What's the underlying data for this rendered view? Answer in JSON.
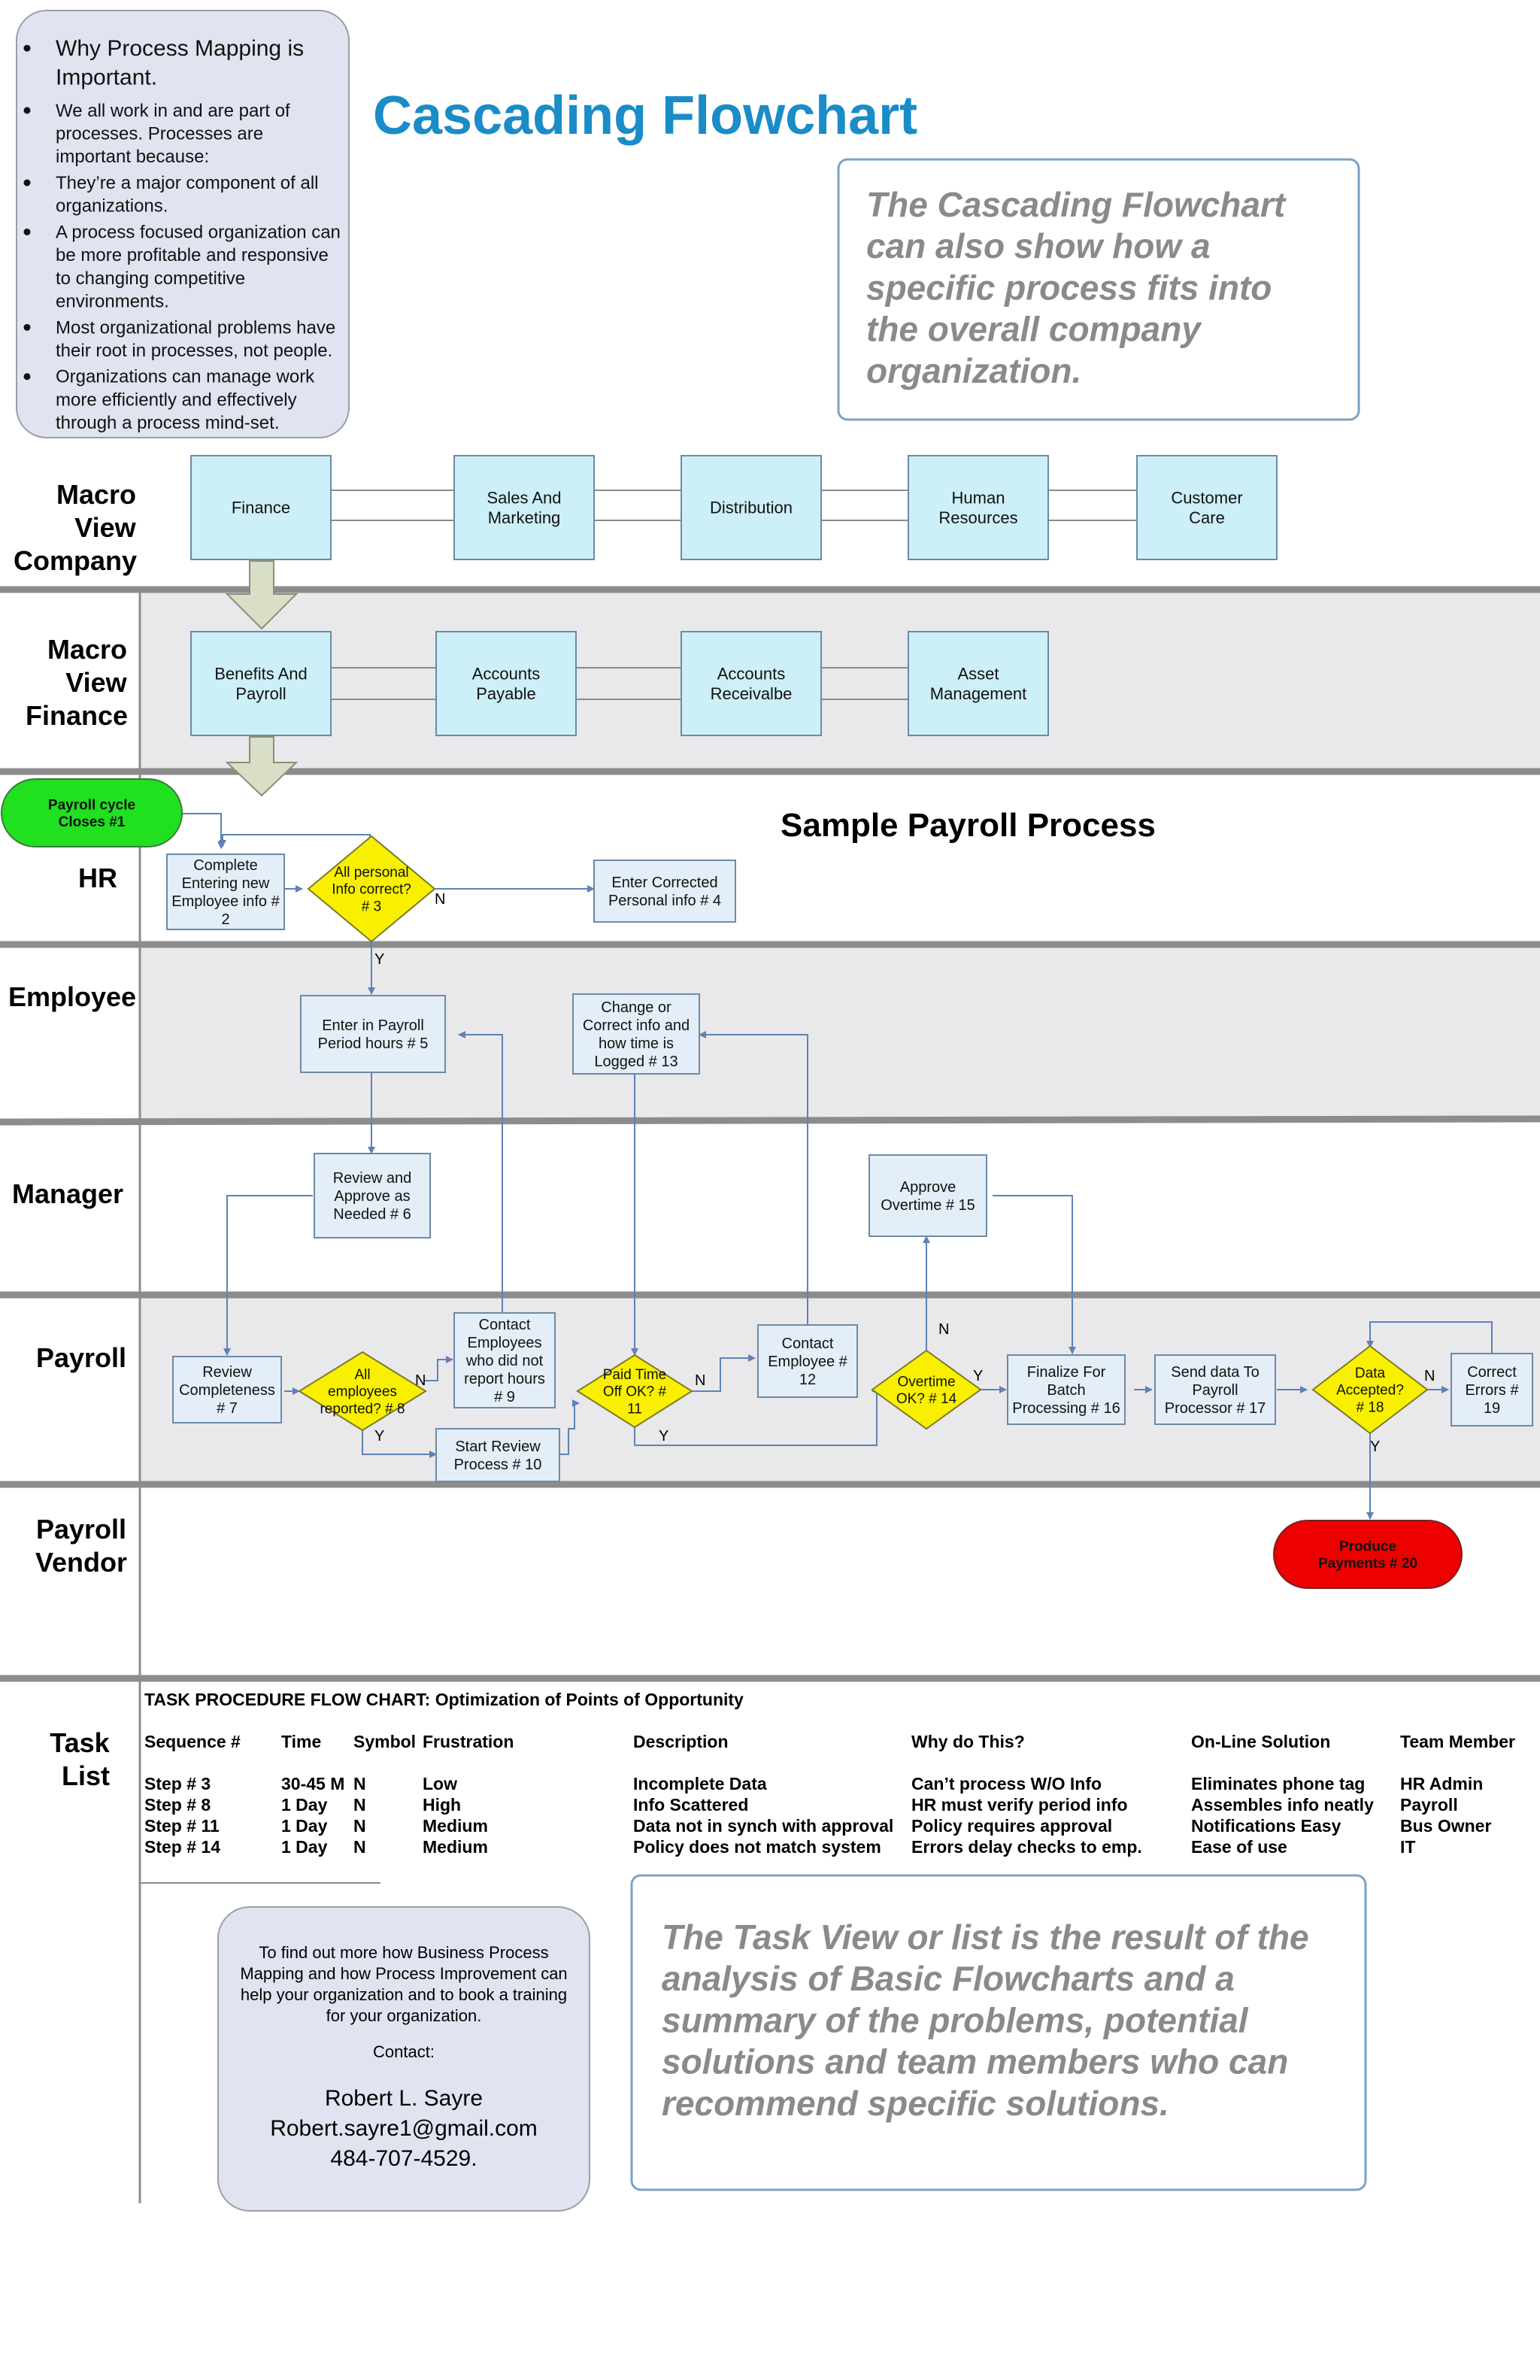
{
  "title": "Cascading Flowchart",
  "colors": {
    "title": "#1a8cc7",
    "callout_text": "#8a8a8a",
    "box_fill": "#cdeff7",
    "decision_fill": "#f8f000",
    "start_fill": "#20e020",
    "end_fill": "#ee0000",
    "lane_shade": "#e9e8ea"
  },
  "intro_bullets": [
    "Why Process Mapping is Important.",
    "We all work in and are part of processes. Processes are important because:",
    "They’re a major component of all organizations.",
    "A process focused organization can be more profitable and responsive to changing competitive environments.",
    "Most organizational problems have their root in processes, not people.",
    "Organizations can manage work more efficiently and effectively through a process mind-set."
  ],
  "callout_top": "The Cascading Flowchart can also show how a specific process fits into the overall company organization.",
  "callout_bottom": "The Task View or list is the result of the analysis of Basic Flowcharts and a summary of the problems, potential solutions and team members who can recommend specific solutions.",
  "lanes": {
    "macro_company": "Macro View Company",
    "macro_finance": "Macro View Finance",
    "hr": "HR",
    "employee": "Employee",
    "manager": "Manager",
    "payroll": "Payroll",
    "vendor": "Payroll Vendor",
    "task": "Task List"
  },
  "company_boxes": [
    "Finance",
    "Sales And Marketing",
    "Distribution",
    "Human Resources",
    "Customer Care"
  ],
  "finance_boxes": [
    "Benefits And Payroll",
    "Accounts Payable",
    "Accounts Receivalbe",
    "Asset Management"
  ],
  "sample_title": "Sample Payroll Process",
  "steps": {
    "s1": "Payroll cycle Closes #1",
    "s2": "Complete Entering new Employee info # 2",
    "s3": "All personal Info correct? # 3",
    "s4": "Enter Corrected Personal info # 4",
    "s5": "Enter in Payroll Period hours # 5",
    "s6": "Review and Approve as Needed # 6",
    "s7": "Review Completeness # 7",
    "s8": "All employees reported? # 8",
    "s9": "Contact Employees who did not report hours # 9",
    "s10": "Start Review Process # 10",
    "s11": "Paid Time Off OK? # 11",
    "s12": "Contact Employee # 12",
    "s13": "Change or Correct info and how time is Logged # 13",
    "s14": "Overtime OK? # 14",
    "s15": "Approve Overtime # 15",
    "s16": "Finalize For Batch Processing # 16",
    "s17": "Send data To Payroll Processor # 17",
    "s18": "Data Accepted? # 18",
    "s19": "Correct Errors # 19",
    "s20": "Produce Payments # 20"
  },
  "yes": "Y",
  "no": "N",
  "task_table": {
    "heading": "TASK PROCEDURE FLOW CHART: Optimization of Points of Opportunity",
    "columns": [
      "Sequence #",
      "Time",
      "Symbol",
      "Frustration",
      "Description",
      "Why do This?",
      "On-Line Solution",
      "Team Member"
    ],
    "rows": [
      [
        "Step # 3",
        "30-45 M",
        "N",
        "Low",
        "Incomplete Data",
        "Can’t process W/O Info",
        "Eliminates phone tag",
        "HR Admin"
      ],
      [
        "Step # 8",
        "1 Day",
        "N",
        "High",
        "Info Scattered",
        "HR must verify period info",
        "Assembles info neatly",
        "Payroll"
      ],
      [
        "Step # 11",
        "1 Day",
        "N",
        "Medium",
        "Data not in synch with approval",
        "Policy requires approval",
        "Notifications Easy",
        "Bus Owner"
      ],
      [
        "Step # 14",
        "1 Day",
        "N",
        "Medium",
        "Policy does not match system",
        "Errors delay checks to emp.",
        "Ease of use",
        "IT"
      ]
    ]
  },
  "contact": {
    "intro": "To find out more how Business Process Mapping and how Process Improvement can help your organization and to book a training for your organization.",
    "label": "Contact:",
    "name": "Robert L. Sayre",
    "email": "Robert.sayre1@gmail.com",
    "phone": "484-707-4529."
  }
}
